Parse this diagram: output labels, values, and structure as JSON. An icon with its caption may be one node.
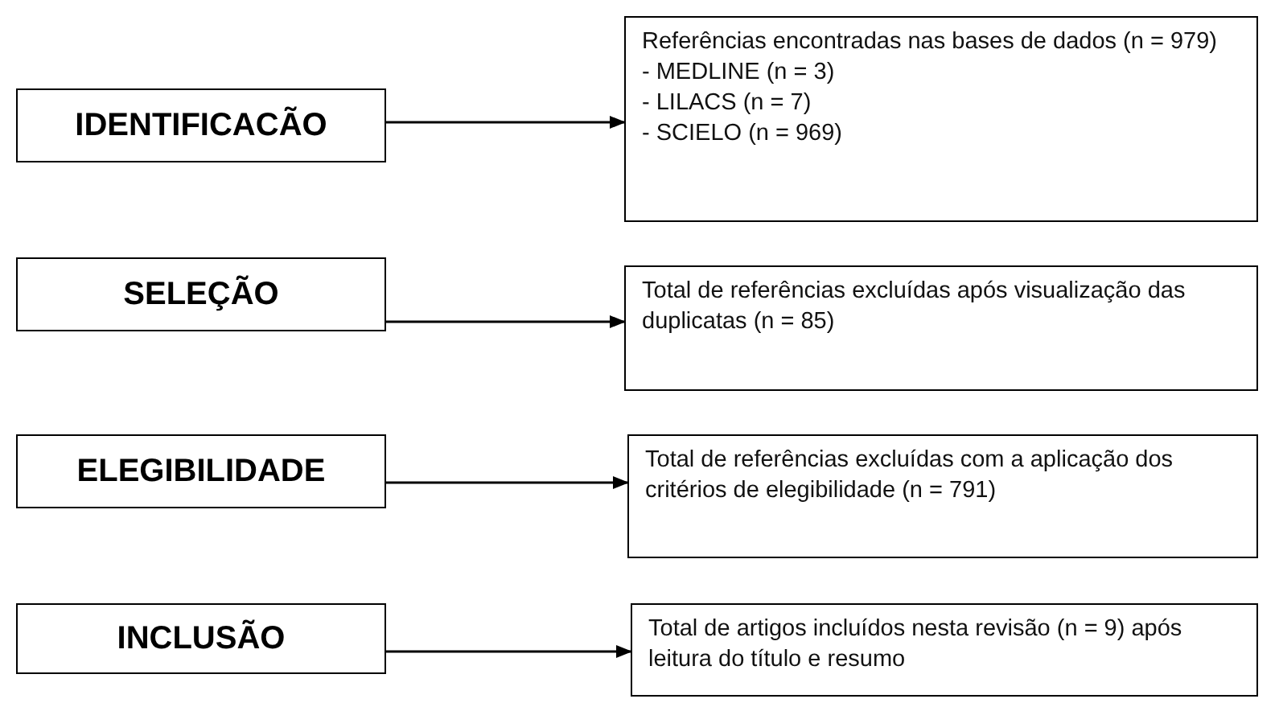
{
  "diagram": {
    "nodes": [
      {
        "text": [
          "IDENTIFICACÃO"
        ]
      },
      {
        "text": [
          "Referências encontradas nas bases de dados (n = 979)",
          "- MEDLINE (n = 3)",
          "- LILACS (n = 7)",
          "- SCIELO (n = 969)"
        ]
      },
      {
        "text": [
          "SELEÇÃO"
        ]
      },
      {
        "text": [
          "Total de referências excluídas após visualização das duplicatas (n = 85)"
        ]
      },
      {
        "text": [
          "ELEGIBILIDADE"
        ]
      },
      {
        "text": [
          "Total de referências excluídas com a aplicação dos critérios de elegibilidade (n = 791)"
        ]
      },
      {
        "text": [
          "INCLUSÃO"
        ]
      },
      {
        "text": [
          "Total de artigos incluídos nesta revisão (n = 9) após leitura do título e resumo"
        ]
      }
    ],
    "edges": [
      {
        "from": 0,
        "to": 1,
        "arrow": "to"
      },
      {
        "from": 2,
        "to": 3,
        "arrow": "to"
      },
      {
        "from": 4,
        "to": 5,
        "arrow": "to"
      },
      {
        "from": 6,
        "to": 7,
        "arrow": "to"
      }
    ]
  }
}
